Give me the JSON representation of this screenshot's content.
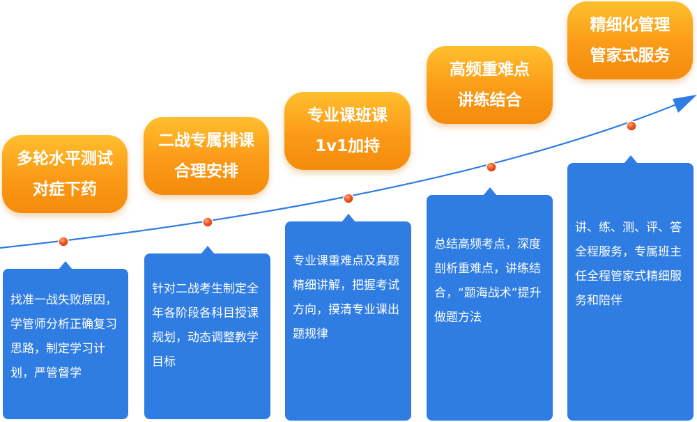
{
  "stages": [
    {
      "title_line1": "多轮水平测试",
      "title_line2": "对症下药",
      "detail": "找准一战失败原因，学管师分析正确复习思路，制定学习计划，严管督学"
    },
    {
      "title_line1": "二战专属排课",
      "title_line2": "合理安排",
      "detail": "针对二战考生制定全年各阶段各科目授课规划，动态调整教学目标"
    },
    {
      "title_line1": "专业课班课",
      "title_line2": "1v1加持",
      "detail": "专业课重难点及真题精细讲解，把握考试方向，摸清专业课出题规律"
    },
    {
      "title_line1": "高频重难点",
      "title_line2": "讲练结合",
      "detail": "总结高频考点，深度剖析重难点，讲练结合，“题海战术”提升做题方法"
    },
    {
      "title_line1": "精细化管理",
      "title_line2": "管家式服务",
      "detail": "讲、练、测、评、答全程服务，专属班主任全程管家式精细服务和陪伴"
    }
  ],
  "colors": {
    "curve": "#2f7de2",
    "card": "#2f7de2",
    "pill_top": "#ffbf2e",
    "pill_bottom": "#f48b0c",
    "dot": "#f0521e"
  }
}
